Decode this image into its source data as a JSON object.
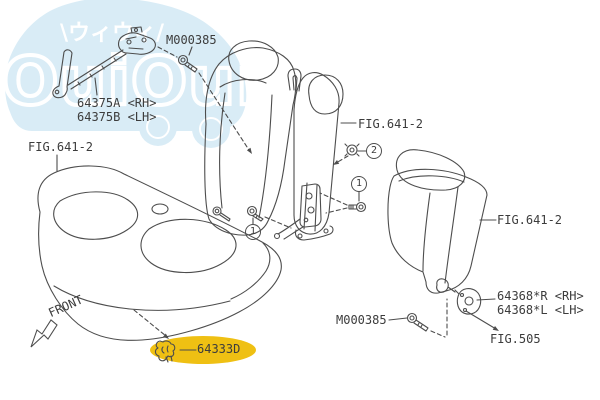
{
  "diagram": {
    "labels": {
      "m000385_top": "M000385",
      "part_64375a": "64375A <RH>",
      "part_64375b": "64375B <LH>",
      "fig_641_2_left": "FIG.641-2",
      "fig_641_2_center": "FIG.641-2",
      "fig_641_2_right": "FIG.641-2",
      "part_64368_r": "64368*R <RH>",
      "part_64368_l": "64368*L <LH>",
      "m000385_bottom": "M000385",
      "fig_505": "FIG.505",
      "part_64333d": "64333D",
      "front": "FRONT"
    },
    "callouts": {
      "one": "1",
      "two": "2"
    }
  },
  "watermark": {
    "logo_text": "OuiOui",
    "logo_kana": "\\ウィウィ/"
  },
  "colors": {
    "line": "#4d4d4d",
    "label_text": "#3c3c3c",
    "highlight": "#efc013",
    "watermark_blue": "#d9ecf6"
  }
}
